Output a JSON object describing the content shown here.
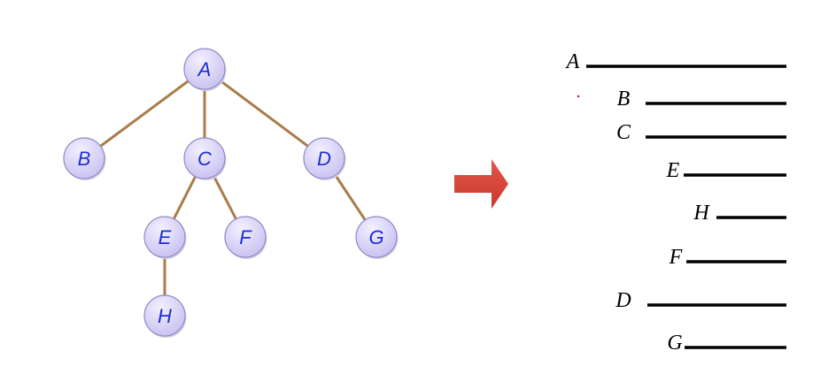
{
  "tree": {
    "nodes": [
      {
        "id": "A",
        "label": "A"
      },
      {
        "id": "B",
        "label": "B"
      },
      {
        "id": "C",
        "label": "C"
      },
      {
        "id": "D",
        "label": "D"
      },
      {
        "id": "E",
        "label": "E"
      },
      {
        "id": "F",
        "label": "F"
      },
      {
        "id": "G",
        "label": "G"
      },
      {
        "id": "H",
        "label": "H"
      }
    ],
    "edges": [
      [
        "A",
        "B"
      ],
      [
        "A",
        "C"
      ],
      [
        "A",
        "D"
      ],
      [
        "C",
        "E"
      ],
      [
        "C",
        "F"
      ],
      [
        "D",
        "G"
      ],
      [
        "E",
        "H"
      ]
    ]
  },
  "list": {
    "items": [
      {
        "label": "A",
        "depth": 0
      },
      {
        "label": "B",
        "depth": 1
      },
      {
        "label": "C",
        "depth": 1
      },
      {
        "label": "E",
        "depth": 2
      },
      {
        "label": "H",
        "depth": 3
      },
      {
        "label": "F",
        "depth": 2
      },
      {
        "label": "D",
        "depth": 1
      },
      {
        "label": "G",
        "depth": 2
      }
    ]
  },
  "colors": {
    "edge": "#a97c4a",
    "node_fill_top": "#f4f0ff",
    "node_fill_bottom": "#c6c0f0",
    "node_stroke": "#8f8bc4",
    "node_text": "#1b2dd6",
    "arrow_fill": "#c8392b",
    "list_line": "#000000",
    "list_text": "#000000",
    "dot": "#d01010"
  }
}
